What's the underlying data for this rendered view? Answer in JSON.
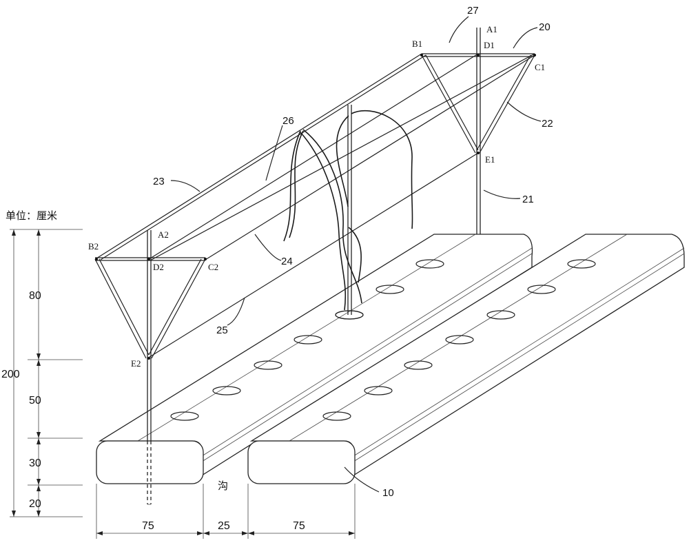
{
  "diagram": {
    "unit_label": "单位：厘米",
    "dimensions_vertical": [
      "200",
      "80",
      "50",
      "30",
      "20"
    ],
    "dimensions_horizontal": [
      "75",
      "25",
      "75"
    ],
    "furrow_label": "沟",
    "part_numbers": [
      "27",
      "20",
      "22",
      "21",
      "26",
      "23",
      "24",
      "25",
      "10"
    ],
    "points": {
      "A1": "A1",
      "B1": "B1",
      "C1": "C1",
      "D1": "D1",
      "E1": "E1",
      "A2": "A2",
      "B2": "B2",
      "C2": "C2",
      "D2": "D2",
      "E2": "E2"
    }
  }
}
